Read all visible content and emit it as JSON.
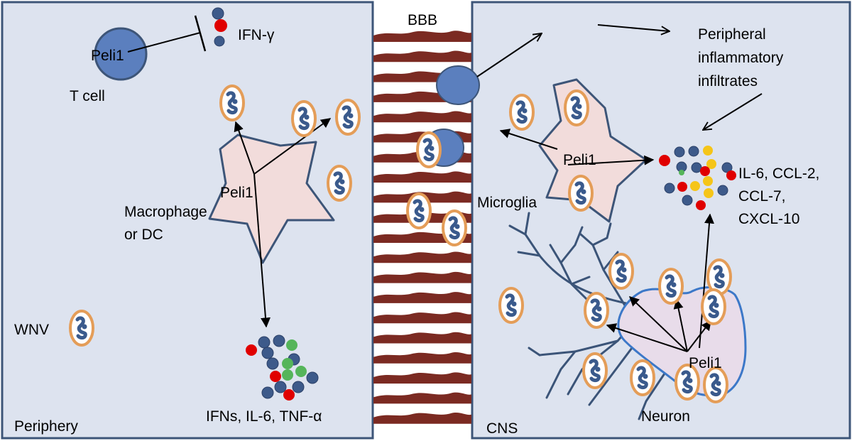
{
  "panels": {
    "periphery": "Periphery",
    "bbb": "BBB",
    "cns": "CNS"
  },
  "labels": {
    "peli1_tcell": "Peli1",
    "ifn_gamma": "IFN-γ",
    "t_cell": "T cell",
    "peli1_macrophage": "Peli1",
    "macrophage_line1": "Macrophage",
    "macrophage_line2": "or DC",
    "wnv": "WNV",
    "periphery_cytokines": "IFNs, IL-6, TNF-α",
    "peripheral_infiltrates_line1": "Peripheral",
    "peripheral_infiltrates_line2": "inflammatory",
    "peripheral_infiltrates_line3": "infiltrates",
    "peli1_microglia": "Peli1",
    "microglia": "Microglia",
    "cns_cytokines_line1": "IL-6, CCL-2,",
    "cns_cytokines_line2": "CCL-7,",
    "cns_cytokines_line3": "CXCL-10",
    "peli1_neuron": "Peli1",
    "neuron": "Neuron"
  },
  "icons": [
    "wnv-virion-icon",
    "cytokine-dot-icon",
    "t-cell-icon",
    "macrophage-icon",
    "microglia-icon",
    "neuron-icon"
  ],
  "colors": {
    "panel_fill": "#dde3ef",
    "panel_border": "#3d5578",
    "cell_blue": "#5b7fbe",
    "cell_pink": "#f2dcdb",
    "virion_ring": "#e49d58",
    "virion_core": "#3a5a8c",
    "barrier": "#7b2a22",
    "dot_red": "#e00000",
    "dot_green": "#55b55a",
    "dot_yellow": "#f5c518",
    "dot_navy": "#3d5a8a",
    "dendrite": "#3b5478",
    "neuron_outline": "#3c78c8"
  }
}
